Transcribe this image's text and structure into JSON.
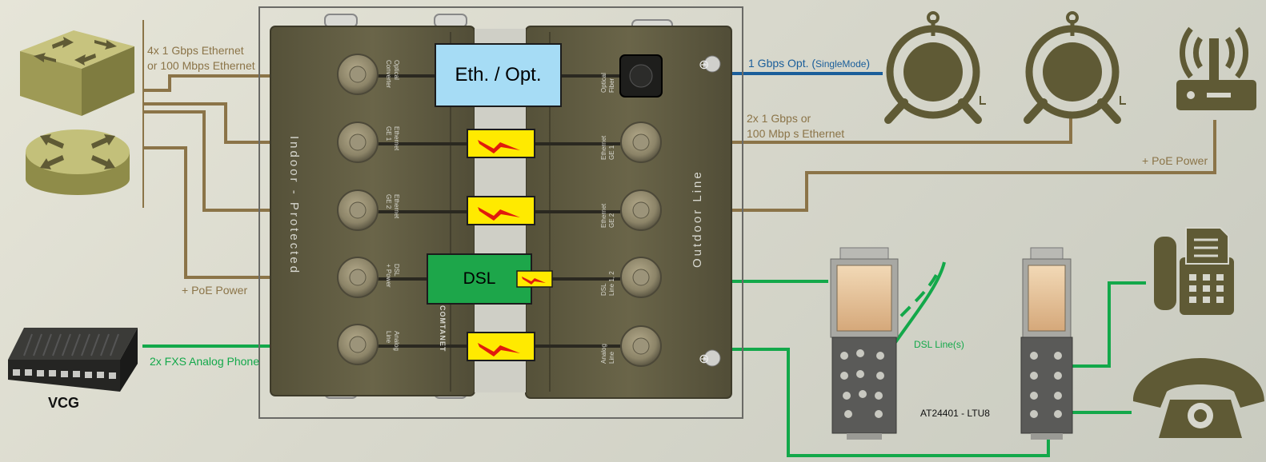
{
  "labels": {
    "ethernet_switch_line1": "4x 1 Gbps Ethernet",
    "ethernet_switch_line2": "or 100 Mbps Ethernet",
    "poe_left": "+ PoE Power",
    "fxs_phone": "2x FXS Analog Phone",
    "vcg": "VCG",
    "optical_link_main": "1 Gbps Opt. (",
    "optical_link_mode": "SingleMode",
    "optical_link_close": ")",
    "ethernet_right_line1": "2x 1 Gbps or",
    "ethernet_right_line2": "100 Mbp s Ethernet",
    "poe_right": "+ PoE Power",
    "dsl_lines": "DSL Line(s)",
    "terminal_block": "AT24401 - LTU8",
    "indoor_side": "Indoor - Protected",
    "outdoor_side": "Outdoor Line",
    "brand": "COMTANET"
  },
  "modules": {
    "eth_opt": "Eth. / Opt.",
    "dsl": "DSL"
  },
  "left_ports": [
    "Optical\nConverter",
    "Ethernet\nGE 1",
    "Ethernet\nGE 2",
    "DSL\n+ Power",
    "Analog\nLine"
  ],
  "right_ports": [
    "Optical\nFiber",
    "Ethernet\nGE 1",
    "Ethernet\nGE 2",
    "DSL\nLine 1, 2",
    "Analog\nLine"
  ],
  "colors": {
    "brown_line": "#8b7448",
    "green_line": "#13a84a",
    "blue_line": "#1a5e9a",
    "device_olive": "#5f5a35",
    "cabinet": "#5e5a43",
    "module_blue": "#a6dcf5",
    "module_green": "#1da64a",
    "surge_yellow": "#ffea00",
    "bolt_red": "#e11b0d",
    "equipment_tan": "#a9a65c"
  }
}
